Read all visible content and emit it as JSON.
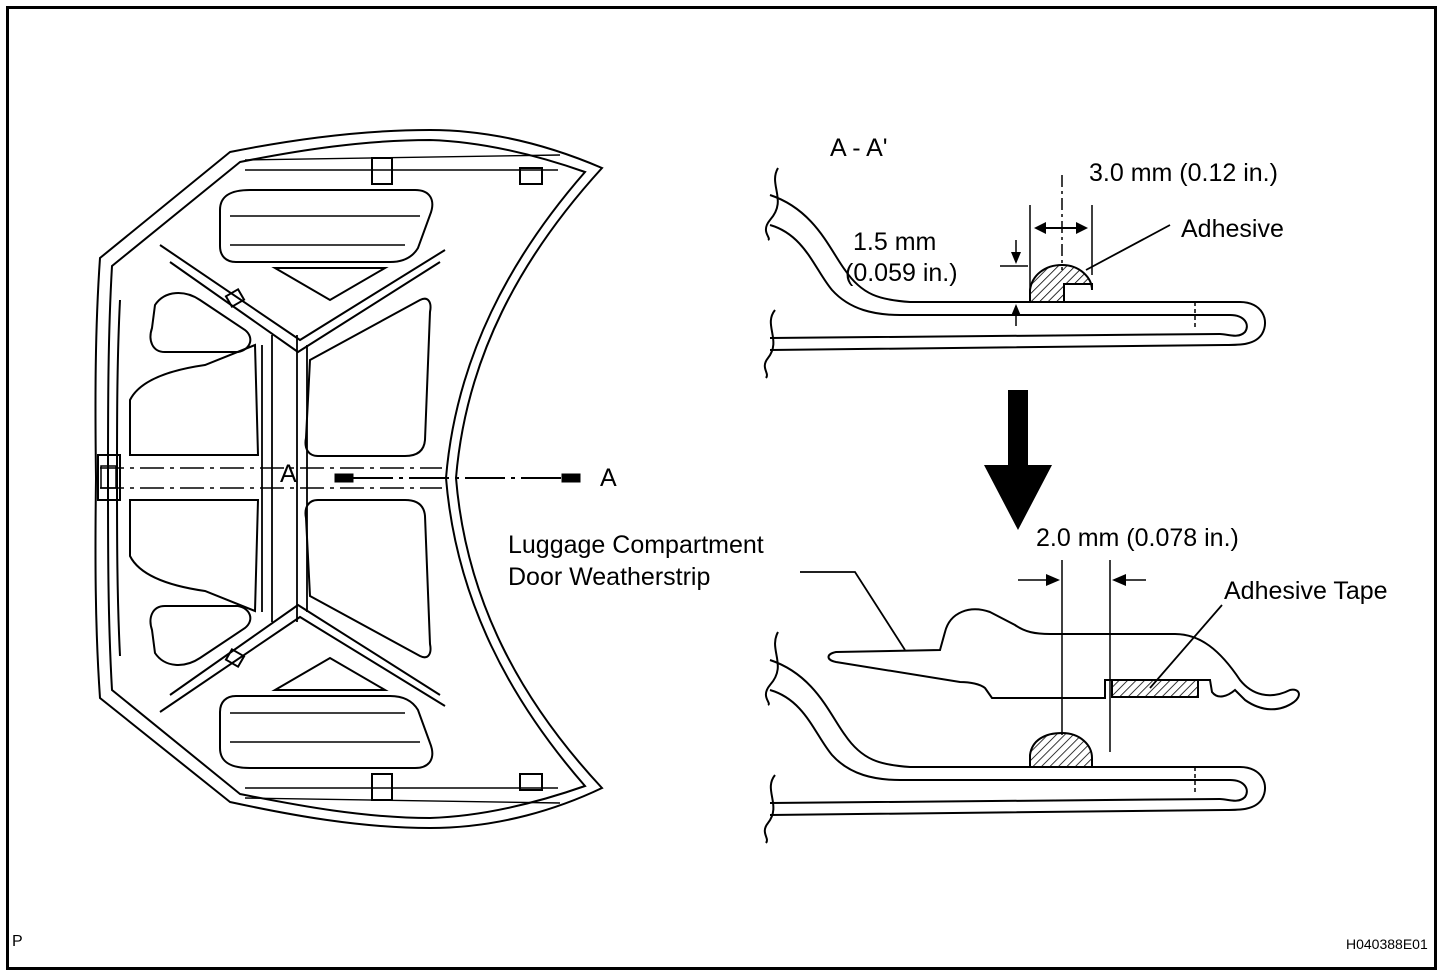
{
  "labels": {
    "section_marker_left": "A",
    "section_marker_right": "A",
    "section_title": "A - A'",
    "dim_width_top": "3.0 mm (0.12 in.)",
    "dim_height_line1": "1.5 mm",
    "dim_height_line2": "(0.059 in.)",
    "adhesive": "Adhesive",
    "dim_offset_bottom": "2.0 mm (0.078 in.)",
    "adhesive_tape": "Adhesive Tape",
    "weatherstrip_line1": "Luggage Compartment",
    "weatherstrip_line2": "Door Weatherstrip",
    "corner_code": "P",
    "figure_id": "H040388E01"
  },
  "colors": {
    "line": "#000000",
    "background": "#ffffff"
  }
}
